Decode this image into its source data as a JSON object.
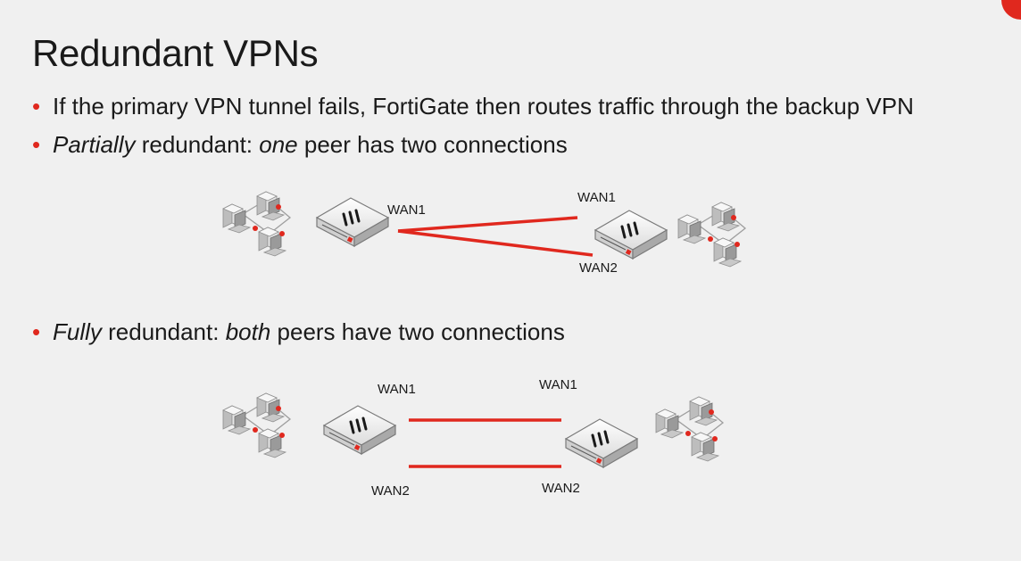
{
  "title": "Redundant VPNs",
  "bullets": [
    {
      "text": "If the primary VPN tunnel fails, FortiGate then routes traffic through the backup VPN"
    },
    {
      "em1": "Partially",
      "mid": " redundant: ",
      "em2": "one",
      "rest": " peer has two connections"
    },
    {
      "em1": "Fully",
      "mid": " redundant: ",
      "em2": "both",
      "rest": " peers have two connections"
    }
  ],
  "diagram_partial": {
    "left_label": "WAN1",
    "right_top_label": "WAN1",
    "right_bottom_label": "WAN2"
  },
  "diagram_full": {
    "left_top_label": "WAN1",
    "left_bottom_label": "WAN2",
    "right_top_label": "WAN1",
    "right_bottom_label": "WAN2"
  },
  "colors": {
    "accent": "#e0281e",
    "background": "#f0f0f0"
  },
  "icons": [
    "network-pcs-icon",
    "fortigate-icon"
  ]
}
